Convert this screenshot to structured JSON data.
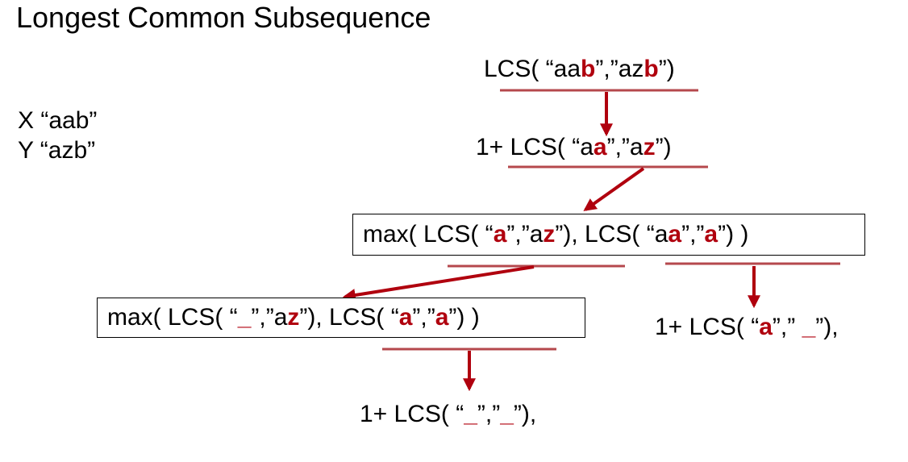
{
  "title": "Longest Common Subsequence",
  "inputs": {
    "x": "X “aab”",
    "y": "Y “azb”"
  },
  "colors": {
    "highlight": "#b0000e",
    "underline": "#b5484d",
    "arrow": "#b0000e",
    "text": "#000000"
  },
  "nodes": {
    "root": {
      "segments": [
        {
          "text": "LCS( “aa"
        },
        {
          "text": "b",
          "hl": true
        },
        {
          "text": "”,”az"
        },
        {
          "text": "b",
          "hl": true
        },
        {
          "text": "”)"
        }
      ]
    },
    "step1": {
      "segments": [
        {
          "text": "1+ LCS( “a"
        },
        {
          "text": "a",
          "hl": true
        },
        {
          "text": "”,”a"
        },
        {
          "text": "z",
          "hl": true
        },
        {
          "text": "”)"
        }
      ]
    },
    "step2": {
      "segments": [
        {
          "text": "max( LCS( “"
        },
        {
          "text": "a",
          "hl": true
        },
        {
          "text": "”,”a"
        },
        {
          "text": "z",
          "hl": true
        },
        {
          "text": "”), LCS( “a"
        },
        {
          "text": "a",
          "hl": true
        },
        {
          "text": "”,”"
        },
        {
          "text": "a",
          "hl": true
        },
        {
          "text": "”) )"
        }
      ]
    },
    "step3_left": {
      "segments": [
        {
          "text": "max( LCS( “"
        },
        {
          "text": "_",
          "hl": true
        },
        {
          "text": "”,”a"
        },
        {
          "text": "z",
          "hl": true
        },
        {
          "text": "”), LCS( “"
        },
        {
          "text": "a",
          "hl": true
        },
        {
          "text": "”,”"
        },
        {
          "text": "a",
          "hl": true
        },
        {
          "text": "”) )"
        }
      ]
    },
    "step3_right": {
      "segments": [
        {
          "text": "1+ LCS( “"
        },
        {
          "text": "a",
          "hl": true
        },
        {
          "text": "”,” "
        },
        {
          "text": "_",
          "hl": true
        },
        {
          "text": "”),"
        }
      ]
    },
    "step4": {
      "segments": [
        {
          "text": "1+ LCS( “"
        },
        {
          "text": "_",
          "hl": true
        },
        {
          "text": "”,”"
        },
        {
          "text": "_",
          "hl": true
        },
        {
          "text": "”),"
        }
      ]
    }
  }
}
